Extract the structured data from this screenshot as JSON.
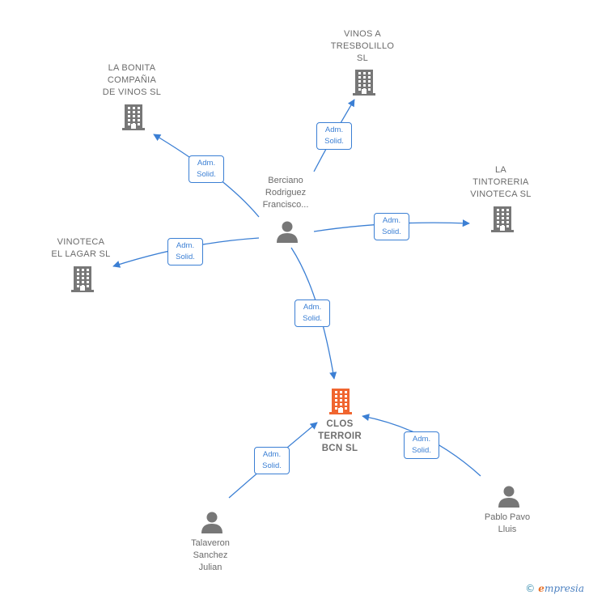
{
  "colors": {
    "edge": "#3b7fd4",
    "node_icon": "#777777",
    "focal_icon": "#f0652f"
  },
  "nodes": [
    {
      "id": "berciano",
      "kind": "person",
      "label": "Berciano\nRodriguez\nFrancisco..."
    },
    {
      "id": "bonita",
      "kind": "company",
      "label": "LA BONITA\nCOMPAÑIA\nDE VINOS  SL"
    },
    {
      "id": "vinos_tres",
      "kind": "company",
      "label": "VINOS A\nTRESBOLILLO\nSL"
    },
    {
      "id": "tintoreria",
      "kind": "company",
      "label": "LA\nTINTORERIA\nVINOTECA SL"
    },
    {
      "id": "lagar",
      "kind": "company",
      "label": "VINOTECA\nEL LAGAR  SL"
    },
    {
      "id": "clos",
      "kind": "company",
      "focal": true,
      "label": "CLOS\nTERROIR\nBCN  SL"
    },
    {
      "id": "talaveron",
      "kind": "person",
      "label": "Talaveron\nSanchez\nJulian"
    },
    {
      "id": "pablo",
      "kind": "person",
      "label": "Pablo Pavo\nLluis"
    }
  ],
  "edges": [
    {
      "id": "e1",
      "from": "berciano",
      "to": "bonita",
      "label": "Adm.\nSolid."
    },
    {
      "id": "e2",
      "from": "berciano",
      "to": "vinos_tres",
      "label": "Adm.\nSolid."
    },
    {
      "id": "e3",
      "from": "berciano",
      "to": "tintoreria",
      "label": "Adm.\nSolid."
    },
    {
      "id": "e4",
      "from": "berciano",
      "to": "lagar",
      "label": "Adm.\nSolid."
    },
    {
      "id": "e5",
      "from": "berciano",
      "to": "clos",
      "label": "Adm.\nSolid."
    },
    {
      "id": "e6",
      "from": "talaveron",
      "to": "clos",
      "label": "Adm.\nSolid."
    },
    {
      "id": "e7",
      "from": "pablo",
      "to": "clos",
      "label": "Adm.\nSolid."
    }
  ],
  "footer": {
    "copyright": "©",
    "brand_initial": "e",
    "brand_rest": "mpresia"
  }
}
